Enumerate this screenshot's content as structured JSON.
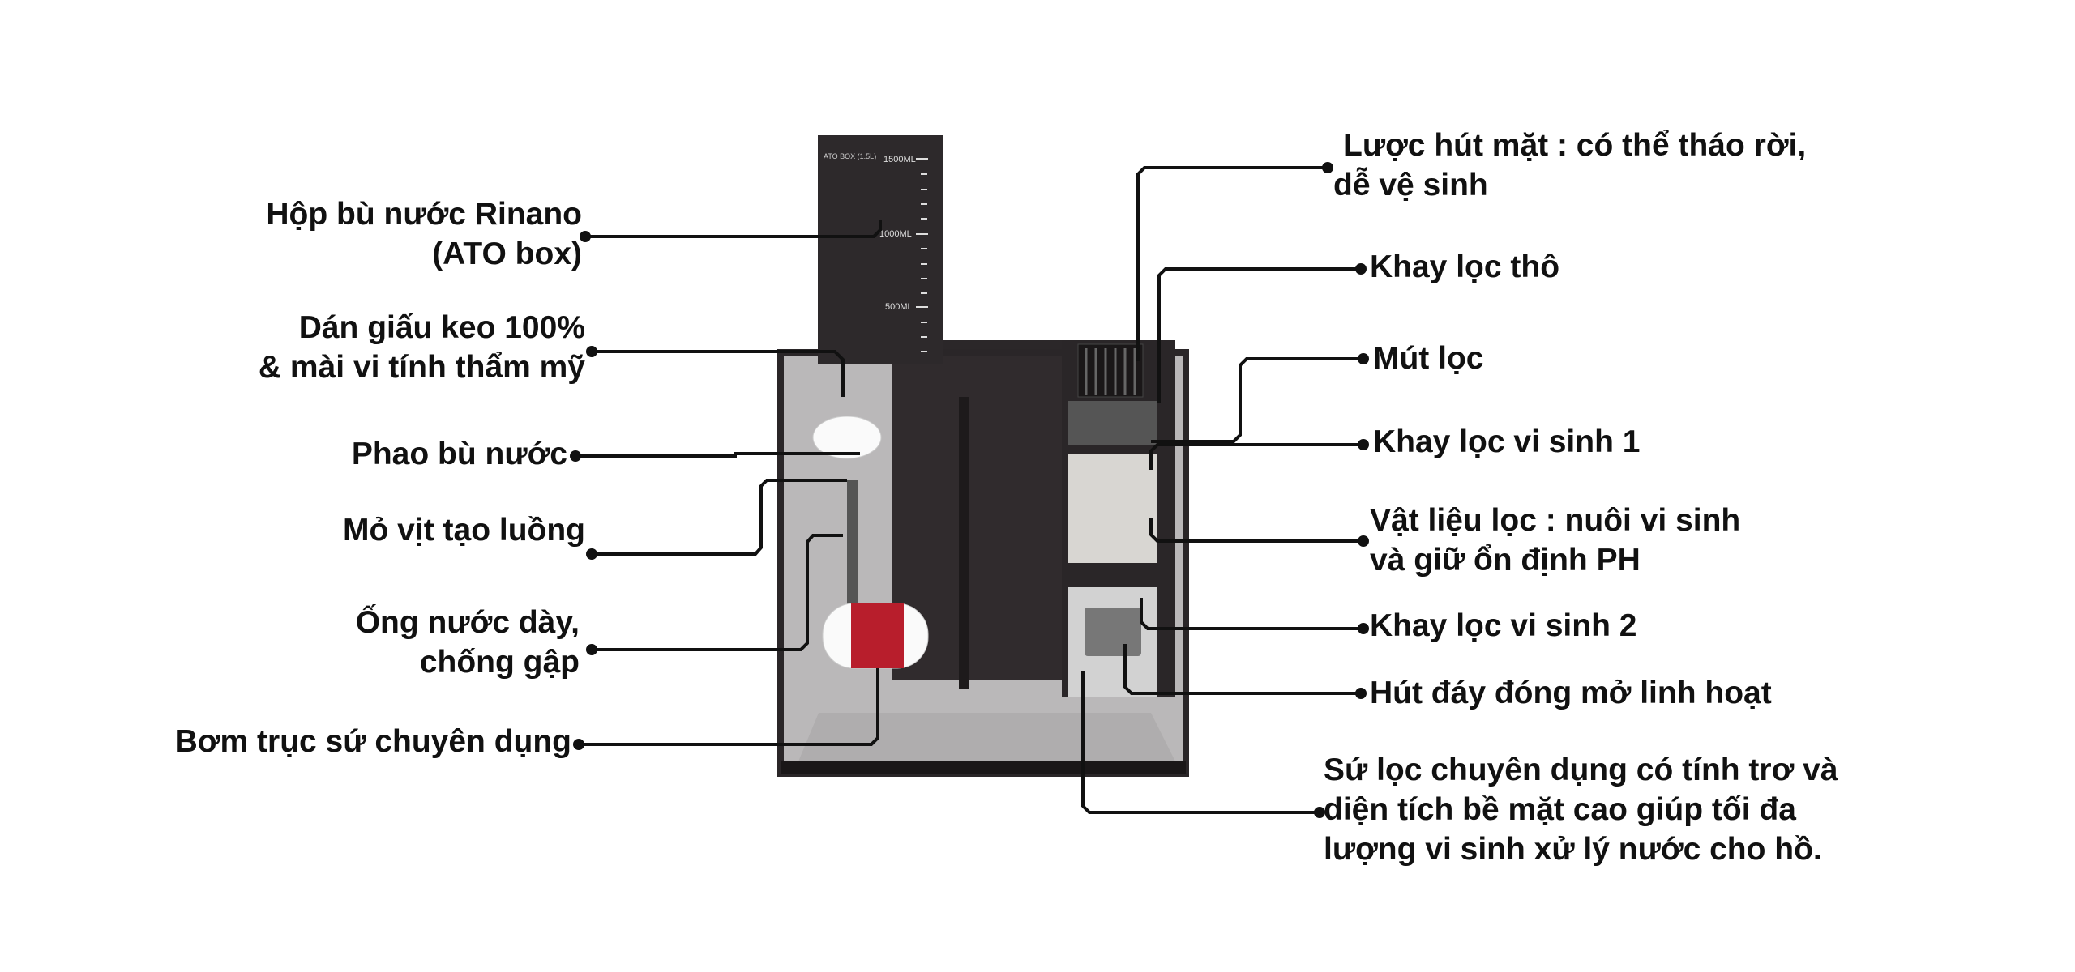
{
  "product": {
    "ato_box_label": "ATO BOX (1.5L)",
    "scale_marks": [
      "1500ML",
      "1000ML",
      "500ML"
    ],
    "accent_colors": {
      "pump": "#b81e2c",
      "body": "#2a2628",
      "line": "#111111"
    }
  },
  "callouts_left": [
    {
      "lines": [
        "Hộp bù nước Rinano",
        "(ATO box)"
      ]
    },
    {
      "lines": [
        "Dán giấu keo 100%",
        "& mài vi tính thẩm mỹ"
      ]
    },
    {
      "lines": [
        "Phao bù nước"
      ]
    },
    {
      "lines": [
        "Mỏ vịt tạo luồng"
      ]
    },
    {
      "lines": [
        "Ống nước dày,",
        "chống gập"
      ]
    },
    {
      "lines": [
        "Bơm trục sứ chuyên dụng"
      ]
    }
  ],
  "callouts_right": [
    {
      "lines": [
        "Lược hút mặt : có thể tháo rời,",
        "dễ vệ sinh"
      ]
    },
    {
      "lines": [
        "Khay lọc thô"
      ]
    },
    {
      "lines": [
        "Mút lọc"
      ]
    },
    {
      "lines": [
        "Khay lọc vi sinh 1"
      ]
    },
    {
      "lines": [
        "Vật liệu lọc : nuôi vi sinh",
        "và giữ ổn định PH"
      ]
    },
    {
      "lines": [
        "Khay lọc vi sinh 2"
      ]
    },
    {
      "lines": [
        "Hút đáy đóng mở linh hoạt"
      ]
    },
    {
      "lines": [
        "Sứ lọc chuyên dụng có tính trơ và",
        "diện tích bề mặt cao giúp tối đa",
        "lượng vi sinh xử lý nước cho hồ."
      ]
    }
  ]
}
